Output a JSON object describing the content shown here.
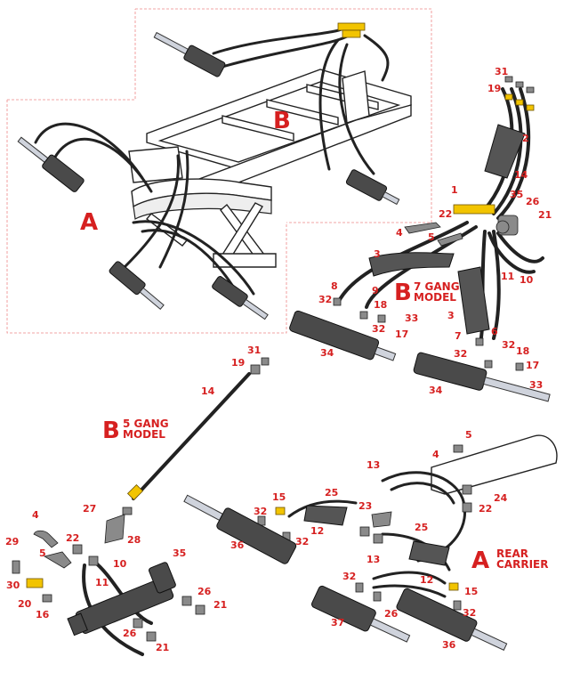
{
  "sections": {
    "a_top": "A",
    "b_top": "B",
    "b_7gang_letter": "B",
    "b_7gang_text": [
      "7 GANG",
      "MODEL"
    ],
    "b_5gang_letter": "B",
    "b_5gang_text": [
      "5 GANG",
      "MODEL"
    ],
    "a_rear_letter": "A",
    "a_rear_text": [
      "REAR",
      "CARRIER"
    ]
  },
  "callouts": {
    "seven_gang": [
      "31",
      "19",
      "2",
      "14",
      "1",
      "35",
      "26",
      "21",
      "22",
      "4",
      "5",
      "11",
      "10",
      "3",
      "8",
      "9",
      "32",
      "18",
      "33",
      "32",
      "17",
      "3",
      "7",
      "6",
      "32",
      "18",
      "17",
      "32",
      "33",
      "34",
      "34"
    ],
    "five_gang": [
      "31",
      "19",
      "14",
      "27",
      "28",
      "4",
      "22",
      "29",
      "5",
      "10",
      "30",
      "20",
      "16",
      "11",
      "35",
      "26",
      "21",
      "26",
      "21"
    ],
    "rear_carrier": [
      "5",
      "4",
      "13",
      "24",
      "22",
      "15",
      "25",
      "32",
      "12",
      "32",
      "23",
      "25",
      "13",
      "12",
      "15",
      "32",
      "26",
      "32",
      "36",
      "37",
      "36"
    ]
  },
  "colors": {
    "label": "#d62020",
    "fitting": "#f2c400",
    "cylinder": "#4a4a4a",
    "rod": "#cfd3dc"
  }
}
